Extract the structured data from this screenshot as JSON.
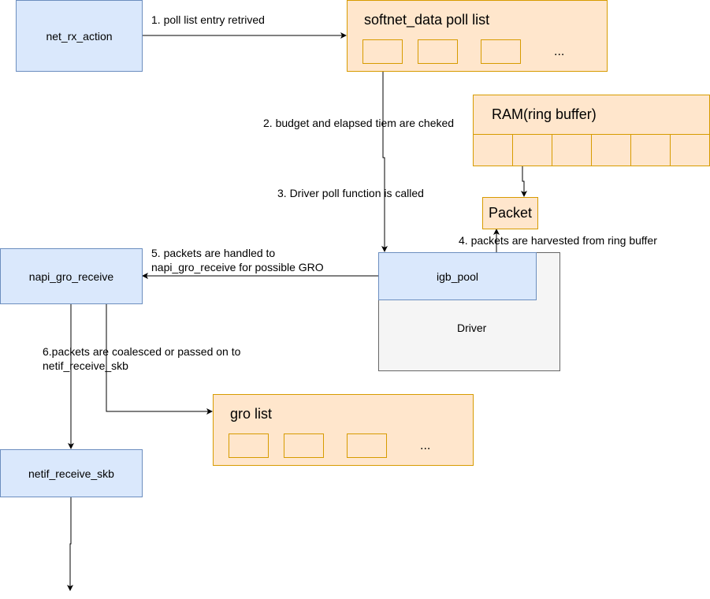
{
  "nodes": {
    "net_rx_action": "net_rx_action",
    "softnet_title": "softnet_data poll list",
    "ram_title": "RAM(ring buffer)",
    "packet": "Packet",
    "napi_gro_receive": "napi_gro_receive",
    "igb_pool": "igb_pool",
    "driver": "Driver",
    "gro_title": "gro list",
    "netif_receive_skb": "netif_receive_skb",
    "ellipsis": "..."
  },
  "steps": {
    "s1": "1. poll list entry retrived",
    "s2": "2. budget and elapsed tiem are cheked",
    "s3": "3. Driver poll function is called",
    "s4": "4. packets are harvested from ring buffer",
    "s5_line1": "5. packets are handled to",
    "s5_line2": "napi_gro_receive for possible GRO",
    "s6_line1": "6.packets are coalesced or passed on to",
    "s6_line2": "netif_receive_skb"
  },
  "colors": {
    "blue_fill": "#dae8fc",
    "blue_stroke": "#6c8ebf",
    "orange_fill": "#ffe6cc",
    "orange_stroke": "#d79b00",
    "gray_fill": "#f5f5f5",
    "gray_stroke": "#666666"
  }
}
